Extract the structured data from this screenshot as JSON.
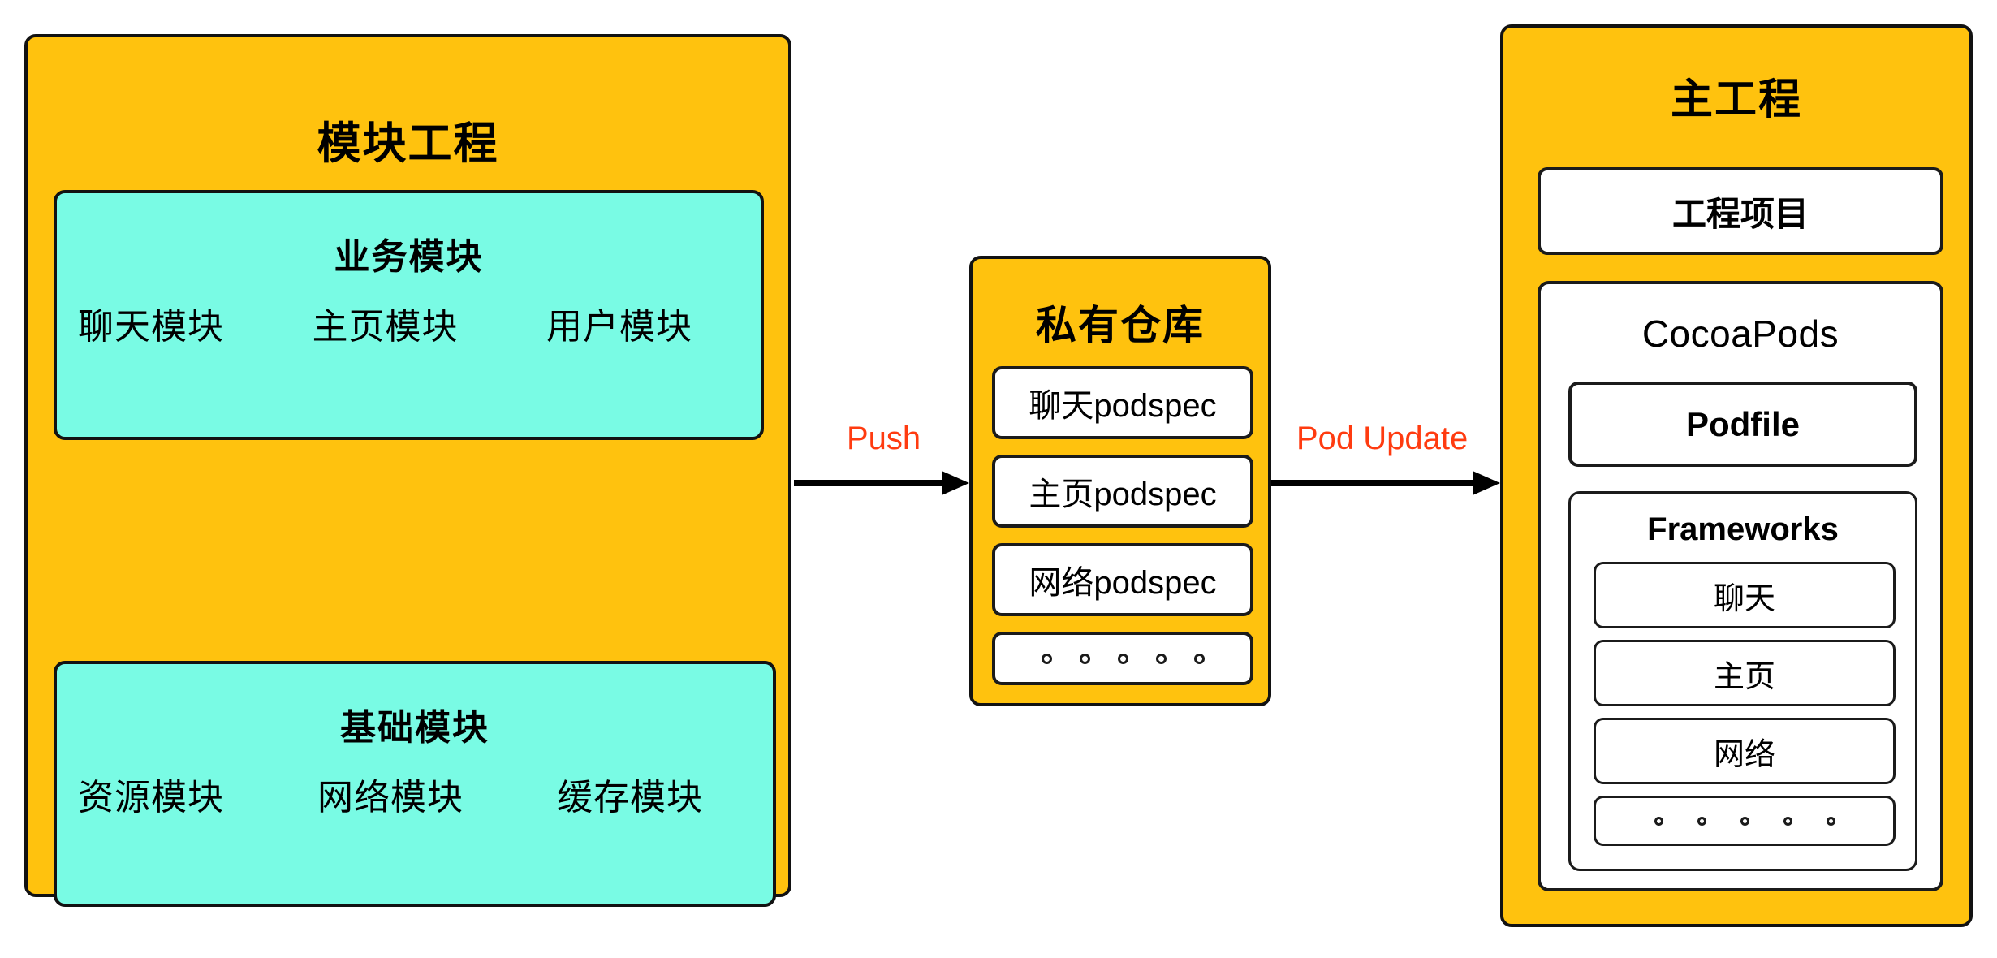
{
  "diagram": {
    "colors": {
      "orange_panel": "#FFC20E",
      "cyan_group": "#79FBE4",
      "white_box": "#FFFFFF",
      "outline": "#121212",
      "arrow_label": "#FF3B10"
    }
  },
  "module_project": {
    "title": "模块工程",
    "business_group": {
      "title": "业务模块",
      "modules": [
        {
          "label": "聊天模块"
        },
        {
          "label": "主页模块"
        },
        {
          "label": "用户模块"
        }
      ]
    },
    "foundation_group": {
      "title": "基础模块",
      "modules": [
        {
          "label": "资源模块"
        },
        {
          "label": "网络模块"
        },
        {
          "label": "缓存模块"
        }
      ]
    }
  },
  "arrows": [
    {
      "label": "Push",
      "name": "push"
    },
    {
      "label": "Pod Update",
      "name": "pod-update"
    }
  ],
  "private_repo": {
    "title": "私有仓库",
    "specs": [
      {
        "label": "聊天podspec"
      },
      {
        "label": "主页podspec"
      },
      {
        "label": "网络podspec"
      },
      {
        "label": "",
        "dots": 5
      }
    ]
  },
  "main_project": {
    "title": "主工程",
    "project_item": "工程项目",
    "cocoapods": {
      "title": "CocoaPods",
      "podfile": "Podfile",
      "frameworks": {
        "title": "Frameworks",
        "items": [
          {
            "label": "聊天"
          },
          {
            "label": "主页"
          },
          {
            "label": "网络"
          },
          {
            "label": "",
            "dots": 5
          }
        ]
      }
    }
  }
}
